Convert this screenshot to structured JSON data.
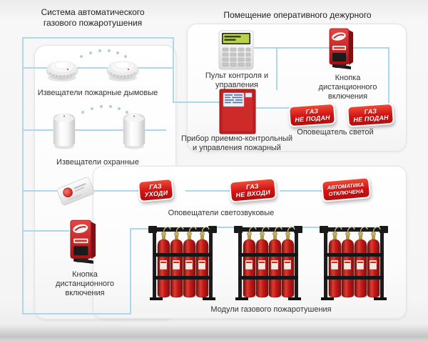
{
  "titles": {
    "system": "Система автоматического газового пожаротушения",
    "duty_room": "Помещение оперативного дежурного"
  },
  "labels": {
    "smoke_detectors": "Извещатели пожарные дымовые",
    "security_detectors": "Извещатели охранные",
    "keypad": "Пульт контроля и управления",
    "fire_panel": "Прибор приемно-контрольный и управления пожарный",
    "remote_button_top": "Кнопка дистанционного включения",
    "light_annunciator": "Оповещатель светой",
    "sound_light_annunciators": "Оповещатели светозвуковые",
    "remote_button_bottom": "Кнопка дистанционного включения",
    "gas_modules": "Модули газового пожаротушения"
  },
  "signs": {
    "no_gas_1": {
      "line1": "ГАЗ",
      "line2": "НЕ ПОДАН"
    },
    "no_gas_2": {
      "line1": "ГАЗ",
      "line2": "НЕ ПОДАН"
    },
    "gas_leave": {
      "line1": "ГАЗ",
      "line2": "УХОДИ"
    },
    "gas_no_entry": {
      "line1": "ГАЗ",
      "line2": "НЕ ВХОДИ"
    },
    "automation_off": {
      "line1": "АВТОМАТИКА",
      "line2": "ОТКЛЮЧЕНА"
    }
  },
  "colors": {
    "sign_red": "#cf1212",
    "connection_line_blue": "#aed8ea",
    "device_red": "#c62121"
  }
}
